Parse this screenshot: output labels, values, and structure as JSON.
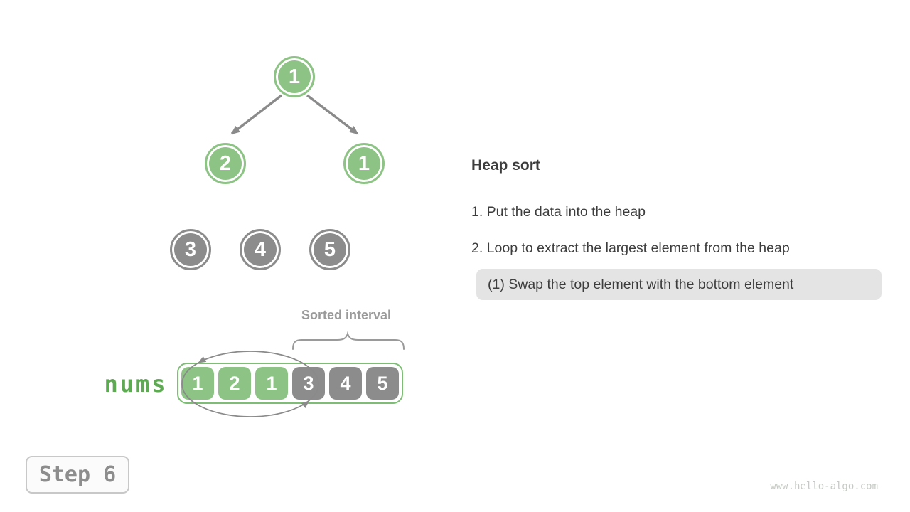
{
  "panel": {
    "title": "Heap sort",
    "steps": [
      "1. Put the data into the heap",
      "2. Loop to extract the largest element from the heap"
    ],
    "substep": "(1) Swap the top element with the bottom element"
  },
  "tree": {
    "nodes": [
      {
        "value": "1",
        "state": "heap"
      },
      {
        "value": "2",
        "state": "heap"
      },
      {
        "value": "1",
        "state": "heap"
      },
      {
        "value": "3",
        "state": "sorted"
      },
      {
        "value": "4",
        "state": "sorted"
      },
      {
        "value": "5",
        "state": "sorted"
      }
    ]
  },
  "array": {
    "label": "nums",
    "sorted_interval_label": "Sorted interval",
    "cells": [
      {
        "value": "1",
        "state": "heap"
      },
      {
        "value": "2",
        "state": "heap"
      },
      {
        "value": "1",
        "state": "heap"
      },
      {
        "value": "3",
        "state": "sorted"
      },
      {
        "value": "4",
        "state": "sorted"
      },
      {
        "value": "5",
        "state": "sorted"
      }
    ]
  },
  "step_badge": "Step 6",
  "watermark": "www.hello-algo.com",
  "colors": {
    "green_fill": "#8dc384",
    "green_border": "#7ebd75",
    "green_text": "#5fa854",
    "gray_fill": "#8c8c8c",
    "arrow_gray": "#8a8a8a",
    "text_dark": "#3d3d3d",
    "muted_gray": "#9a9a9a",
    "substep_bg": "#e4e4e4"
  }
}
